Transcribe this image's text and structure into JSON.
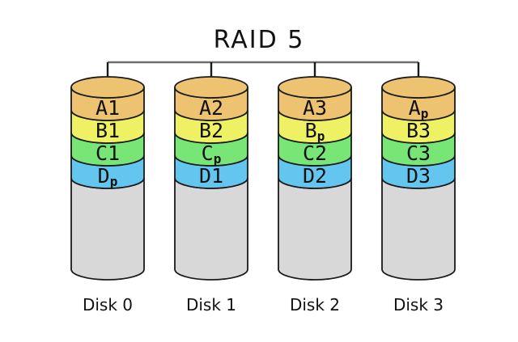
{
  "title": "RAID 5",
  "colors": {
    "stripe_a": "#edc271",
    "stripe_b": "#eef163",
    "stripe_c": "#78e577",
    "stripe_d": "#64c6ee",
    "disk_body": "#d8d8d8",
    "outline": "#1a1a1a",
    "bus_horizontal": "#6e6e6e",
    "bus_vertical": "#1a1a1a",
    "text": "#111111"
  },
  "disks": [
    {
      "name": "Disk 0",
      "blocks": [
        {
          "main": "A1",
          "sub": ""
        },
        {
          "main": "B1",
          "sub": ""
        },
        {
          "main": "C1",
          "sub": ""
        },
        {
          "main": "D",
          "sub": "p"
        }
      ]
    },
    {
      "name": "Disk 1",
      "blocks": [
        {
          "main": "A2",
          "sub": ""
        },
        {
          "main": "B2",
          "sub": ""
        },
        {
          "main": "C",
          "sub": "p"
        },
        {
          "main": "D1",
          "sub": ""
        }
      ]
    },
    {
      "name": "Disk 2",
      "blocks": [
        {
          "main": "A3",
          "sub": ""
        },
        {
          "main": "B",
          "sub": "p"
        },
        {
          "main": "C2",
          "sub": ""
        },
        {
          "main": "D2",
          "sub": ""
        }
      ]
    },
    {
      "name": "Disk 3",
      "blocks": [
        {
          "main": "A",
          "sub": "p"
        },
        {
          "main": "B3",
          "sub": ""
        },
        {
          "main": "C3",
          "sub": ""
        },
        {
          "main": "D3",
          "sub": ""
        }
      ]
    }
  ]
}
